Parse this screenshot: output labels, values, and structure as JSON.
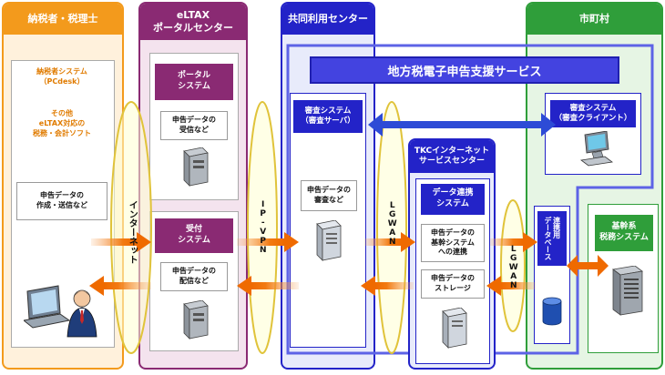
{
  "panels": {
    "taxpayer": {
      "title": "納税者・税理士",
      "color": "#f39a1c",
      "fill": "#fff1dc"
    },
    "eltax": {
      "title": "eLTAX\nポータルセンター",
      "color": "#8a2a73",
      "fill": "#f4e3ee"
    },
    "shared": {
      "title": "共同利用センター",
      "color": "#2323c8",
      "fill": "#e8ebfb"
    },
    "city": {
      "title": "市町村",
      "color": "#2f9e3a",
      "fill": "#e6f5e4"
    }
  },
  "taxpayer": {
    "software1": "納税者システム\n（PCdesk）",
    "software2": "その他\neLTAX対応の\n税務・会計ソフト",
    "action": "申告データの\n作成・送信など"
  },
  "eltax": {
    "portal": {
      "title": "ポータル\nシステム",
      "desc": "申告データの\n受信など"
    },
    "reception": {
      "title": "受付\nシステム",
      "desc": "申告データの\n配信など"
    }
  },
  "shared": {
    "service_banner": "地方税電子申告支援サービス",
    "review_server": {
      "title": "審査システム\n（審査サーバ）",
      "desc": "申告データの\n審査など"
    },
    "tkc_center": {
      "title": "TKCインターネット\nサービスセンター",
      "link_system": "データ連携\nシステム",
      "link_desc": "申告データの\n基幹システム\nへの連携",
      "storage_desc": "申告データの\nストレージ"
    }
  },
  "city": {
    "review_client": "審査システム\n（審査クライアント）",
    "db": "連携用\nデータベース",
    "core": "基幹系\n税務システム"
  },
  "networks": {
    "internet": "インターネット",
    "ipvpn": "IP-VPN",
    "lgwan1": "LGWAN",
    "lgwan2": "LGWAN"
  }
}
